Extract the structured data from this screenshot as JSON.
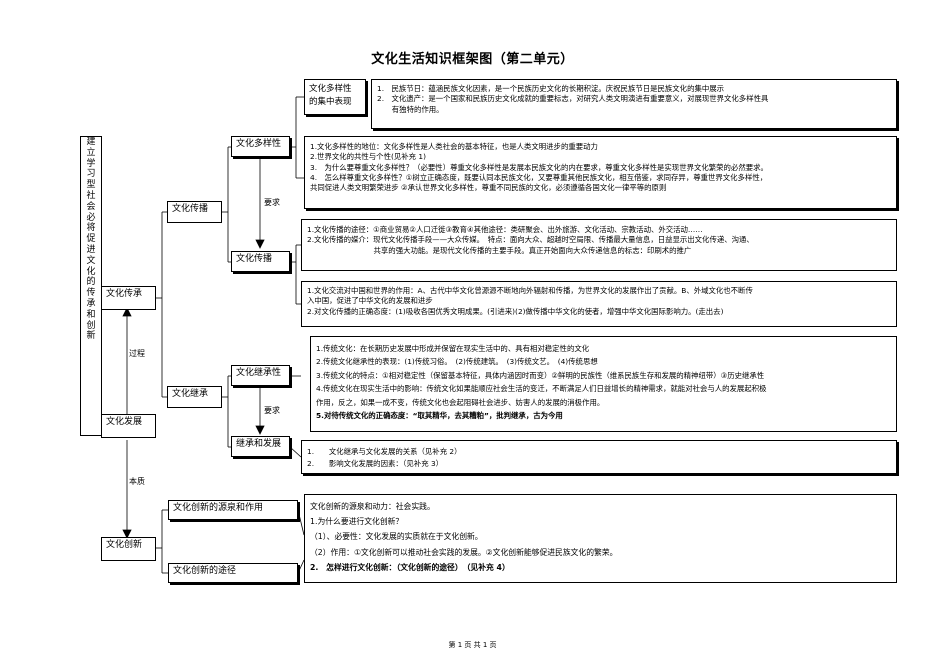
{
  "title": "文化生活知识框架图（第二单元）",
  "vertical_title": [
    "建",
    "立",
    "学",
    "习",
    "型",
    "社",
    "会",
    "必",
    "将",
    "促",
    "进",
    "文",
    "化",
    "的",
    "传",
    "承",
    "和",
    "创",
    "新"
  ],
  "nodes": {
    "chuancheng": "文化传承",
    "fazhan": "文化发展",
    "chuangxin": "文化创新",
    "chuanbo": "文化传播",
    "jicheng": "文化继承",
    "duoyangxing": "文化多样性",
    "chuanbo2": "文化传播",
    "jichengxing": "文化继承性",
    "jicheng_fazhan": "继承和发展",
    "jizhong_l1": "文化多样性",
    "jizhong_l2": "的集中表现",
    "yuanquan": "文化创新的源泉和作用",
    "tujing": "文化创新的途径"
  },
  "edge_labels": {
    "guocheng": "过程",
    "benzhi": "本质",
    "yaoqiu1": "要求",
    "yaoqiu2": "要求"
  },
  "boxes": {
    "jizhong": [
      "1.　民族节日：蕴涵民族文化因素，是一个民族历史文化的长期积淀。庆祝民族节日是民族文化的集中展示",
      "2.　文化遗产：是一个国家和民族历史文化成就的重要标志，对研究人类文明演进有重要意义，对展现世界文化多样性具",
      "　　有独特的作用。"
    ],
    "duoyang": [
      "1.文化多样性的地位：文化多样性是人类社会的基本特征，也是人类文明进步的重要动力",
      "2.世界文化的共性与个性(见补充 1)",
      "3.　为什么要尊重文化多样性？（必要性）尊重文化多样性是发展本民族文化的内在要求，尊重文化多样性是实现世界文化繁荣的必然要求。",
      "4.　怎么样尊重文化多样性？①树立正确态度，既要认同本民族文化，又要尊重其他民族文化，相互借鉴，求同存异，尊重世界文化多样性，",
      "共同促进人类文明繁荣进步 ②承认世界文化多样性，尊重不同民族的文化，必须遵循各国文化一律平等的原则"
    ],
    "chuanbo_box": [
      "1.文化传播的途径：①商业贸易②人口迁徙③教育④其他途径：类研聚会、出外旅游、文化活动、宗教活动、外交活动……",
      "2.文化传播的媒介：现代文化传播手段——大众传媒。　特点：面向大众、超越时空局限、传播最大量信息，日益显示出文化传递、沟通、",
      "　　　　　　　　　共享的强大功能。是现代文化传播的主要手段。真正开始面向大众传递信息的标志：印刷术的推广"
    ],
    "jiaoliu": [
      "1.文化交流对中国和世界的作用：A、古代中华文化曾源源不断地向外辐射和传播，为世界文化的发展作出了贡献。B、外域文化也不断传",
      "入中国，促进了中华文化的发展和进步",
      "2.对文化传播的正确态度：(1)吸收各国优秀文明成果。(引进来)(2)做传播中华文化的使者，增强中华文化国际影响力。(走出去)"
    ],
    "jicheng_box": [
      "1.传统文化：在长期历史发展中形成并保留在现实生活中的、具有相对稳定性的文化",
      "2.传统文化继承性的表现：(1)传统习俗。　(2)传统建筑。　(3)传统文艺。　(4)传统思想",
      "3.传统文化的特点：①相对稳定性（保留基本特征，具体内涵因时而变）②鲜明的民族性（维系民族生存和发展的精神纽带）③历史继承性",
      "4.传统文化在现实生活中的影响：传统文化如果能顺应社会生活的变迁，不断满足人们日益增长的精神需求，就能对社会与人的发展起积极",
      "作用，反之，如果一成不变，传统文化也会起阻碍社会进步、妨害人的发展的消极作用。",
      "5.对待传统文化的正确态度：“取其精华，去其糟粕”，批判继承，古为今用"
    ],
    "fazhan_box": [
      "1.　　文化继承与文化发展的关系（见补充 2）",
      "2.　　影响文化发展的因素：（见补充 3）"
    ],
    "chuangxin_box": [
      "文化创新的源泉和动力：社会实践。",
      "1.为什么要进行文化创新？",
      "（1）、必要性：文化发展的实质就在于文化创新。",
      "（2）作用：①文化创新可以推动社会实践的发展。②文化创新能够促进民族文化的繁荣。",
      "2.　怎样进行文化创新：（文化创新的途径）　（见补充 4）"
    ]
  },
  "footer": "第 1 页 共 1 页"
}
